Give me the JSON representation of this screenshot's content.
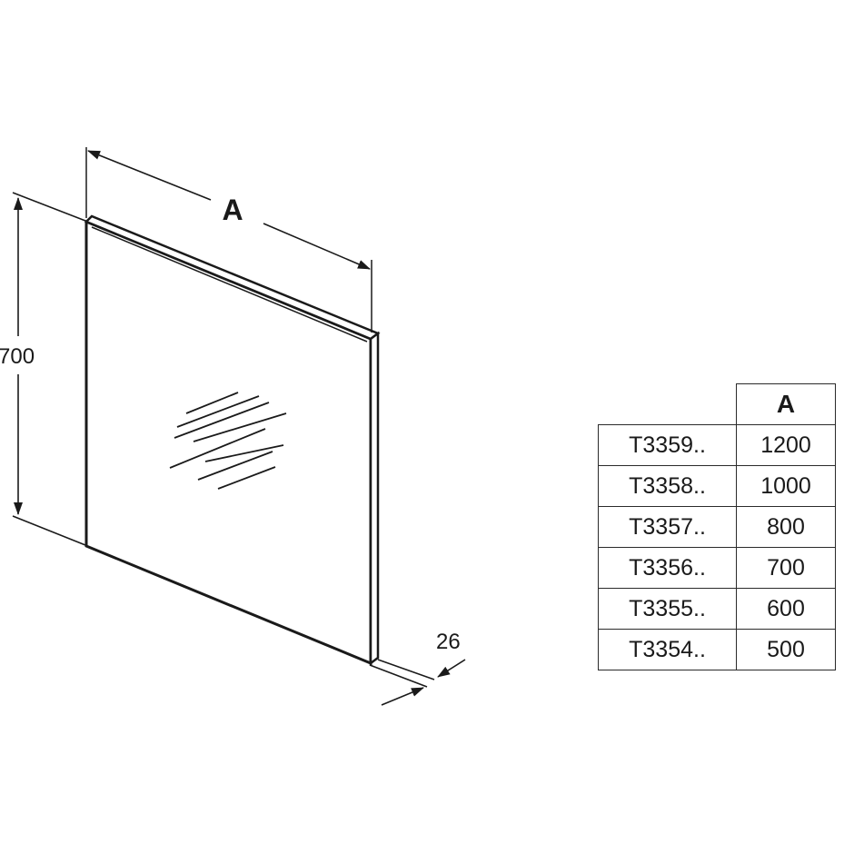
{
  "dimensions": {
    "width_label": "A",
    "height_label": "700",
    "depth_label": "26"
  },
  "table": {
    "header": "A",
    "rows": [
      {
        "code": "T3359..",
        "value": "1200"
      },
      {
        "code": "T3358..",
        "value": "1000"
      },
      {
        "code": "T3357..",
        "value": "800"
      },
      {
        "code": "T3356..",
        "value": "700"
      },
      {
        "code": "T3355..",
        "value": "600"
      },
      {
        "code": "T3354..",
        "value": "500"
      }
    ]
  },
  "colors": {
    "line": "#1a1a1a",
    "background": "#ffffff"
  }
}
